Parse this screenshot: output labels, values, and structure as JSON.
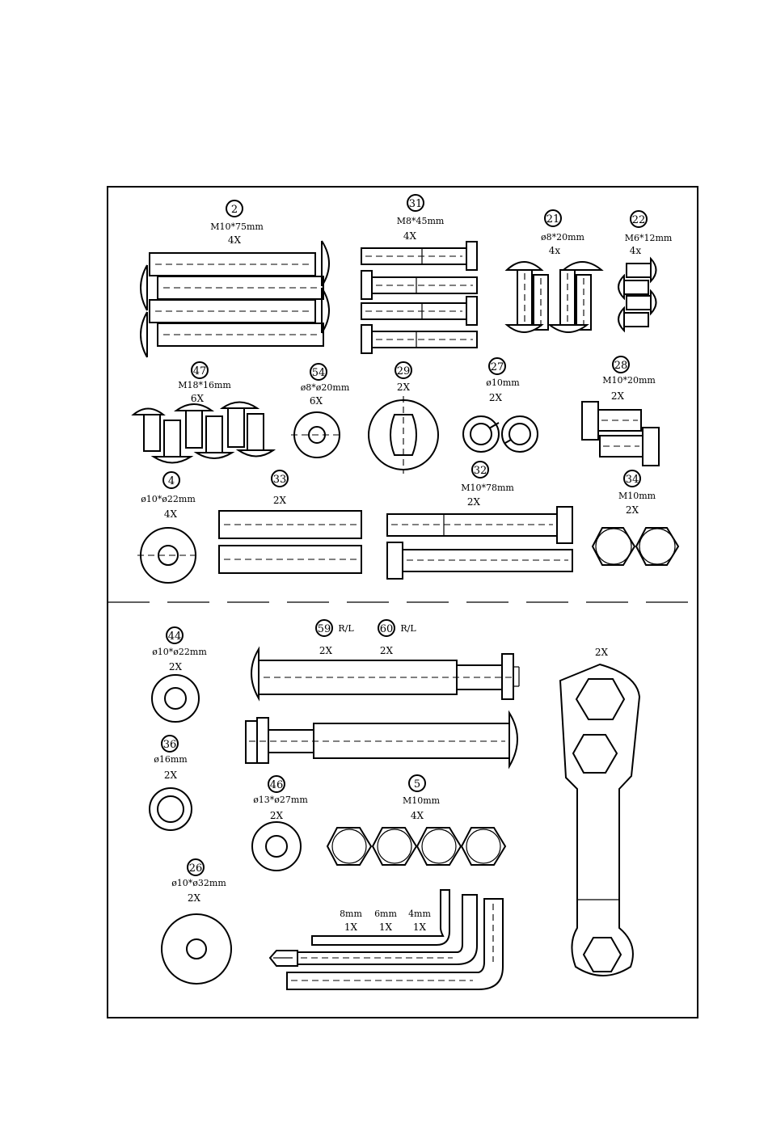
{
  "parts": {
    "p2": {
      "number": "2",
      "spec": "M10*75mm",
      "qty": "4X"
    },
    "p31": {
      "number": "31",
      "spec": "M8*45mm",
      "qty": "4X"
    },
    "p21": {
      "number": "21",
      "spec": "ø8*20mm",
      "qty": "4x"
    },
    "p22": {
      "number": "22",
      "spec": "M6*12mm",
      "qty": "4x"
    },
    "p47": {
      "number": "47",
      "spec": "M18*16mm",
      "qty": "6X"
    },
    "p54": {
      "number": "54",
      "spec": "ø8*ø20mm",
      "qty": "6X"
    },
    "p29": {
      "number": "29",
      "qty": "2X"
    },
    "p27": {
      "number": "27",
      "spec": "ø10mm",
      "qty": "2X"
    },
    "p28": {
      "number": "28",
      "spec": "M10*20mm",
      "qty": "2X"
    },
    "p4": {
      "number": "4",
      "spec": "ø10*ø22mm",
      "qty": "4X"
    },
    "p33": {
      "number": "33",
      "qty": "2X"
    },
    "p32": {
      "number": "32",
      "spec": "M10*78mm",
      "qty": "2X"
    },
    "p34": {
      "number": "34",
      "spec": "M10mm",
      "qty": "2X"
    },
    "p44": {
      "number": "44",
      "spec": "ø10*ø22mm",
      "qty": "2X"
    },
    "p59": {
      "number": "59",
      "suffix": "R/L",
      "qty": "2X"
    },
    "p60": {
      "number": "60",
      "suffix": "R/L",
      "qty": "2X"
    },
    "p36": {
      "number": "36",
      "spec": "ø16mm",
      "qty": "2X"
    },
    "p46": {
      "number": "46",
      "spec": "ø13*ø27mm",
      "qty": "2X"
    },
    "p5": {
      "number": "5",
      "spec": "M10mm",
      "qty": "4X"
    },
    "p26": {
      "number": "26",
      "spec": "ø10*ø32mm",
      "qty": "2X"
    },
    "wrench": {
      "qty": "2X"
    },
    "allen": {
      "k8": {
        "size": "8mm",
        "qty": "1X"
      },
      "k6": {
        "size": "6mm",
        "qty": "1X"
      },
      "k4": {
        "size": "4mm",
        "qty": "1X"
      }
    }
  }
}
